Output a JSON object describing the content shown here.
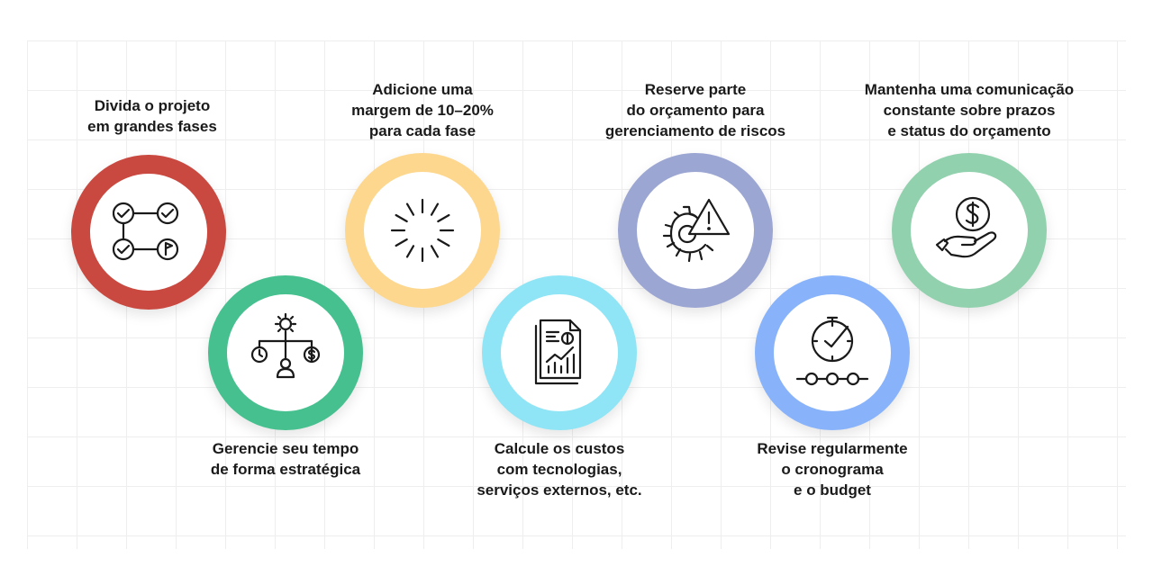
{
  "steps": [
    {
      "label": "Divida o projeto\nem grandes fases",
      "color": "#c9483f",
      "icon": "phases-checklist-icon"
    },
    {
      "label": "Gerencie seu tempo\nde forma estratégica",
      "color": "#45c08e",
      "icon": "time-cost-hierarchy-icon"
    },
    {
      "label": "Adicione uma\nmargem de 10–20%\npara cada fase",
      "color": "#fdd78e",
      "icon": "loading-spinner-icon"
    },
    {
      "label": "Calcule os custos\ncom tecnologias,\nserviços externos, etc.",
      "color": "#8fe5f5",
      "icon": "cost-report-icon"
    },
    {
      "label": "Reserve parte\ndo orçamento para\ngerenciamento de riscos",
      "color": "#9ca6d3",
      "icon": "risk-gear-warning-icon"
    },
    {
      "label": "Revise regularmente\no cronograma\ne o budget",
      "color": "#88b3fb",
      "icon": "clock-timeline-icon"
    },
    {
      "label": "Mantenha uma comunicação\nconstante sobre prazos\ne status do orçamento",
      "color": "#92d1ae",
      "icon": "money-hand-icon"
    }
  ]
}
